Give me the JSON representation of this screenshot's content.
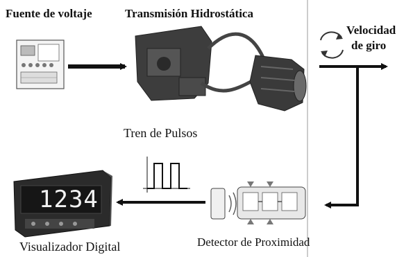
{
  "labels": {
    "voltage_source": "Fuente de voltaje",
    "hydrostatic_transmission": "Transmisión Hidrostática",
    "rotation_speed_line1": "Velocidad",
    "rotation_speed_line2": "de giro",
    "pulse_train": "Tren de Pulsos",
    "digital_display": "Visualizador Digital",
    "proximity_detector": "Detector de Proximidad"
  },
  "display": {
    "reading": "1234"
  },
  "icons": {
    "rotation": "rotation-arrows-icon",
    "voltage_source": "power-supply-icon",
    "transmission": "hydraulic-pump-motor-icon",
    "detector": "proximity-sensor-icon",
    "display": "digital-meter-icon"
  },
  "colors": {
    "ink": "#111111",
    "arrow": "#111111",
    "divider": "#999999"
  }
}
